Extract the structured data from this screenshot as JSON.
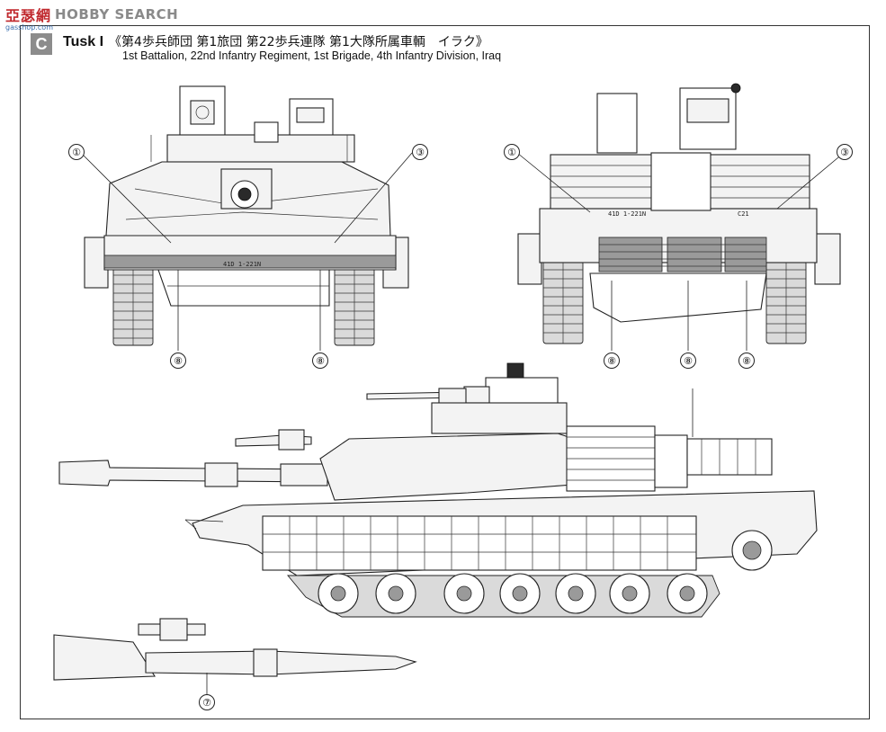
{
  "watermark": {
    "logo": "亞瑟網",
    "text": "HOBBY SEARCH",
    "url": "gasshop.com"
  },
  "header": {
    "section_letter": "C",
    "variant_name": "Tusk I",
    "japanese_caption": "《第4歩兵師団 第1旅団 第22歩兵連隊 第1大隊所属車輌　イラク》",
    "unit_caption": "1st Battalion, 22nd Infantry Regiment, 1st Brigade, 4th Infantry Division, Iraq"
  },
  "callouts": {
    "front_left": "①",
    "front_right": "③",
    "rear_left": "①",
    "rear_right": "③",
    "front_bottom_left": "⑧",
    "front_bottom_right": "⑧",
    "rear_bottom_left": "⑧",
    "rear_bottom_mid": "⑧",
    "rear_bottom_right": "⑧",
    "barrel_marking": "⑦"
  },
  "stencils": {
    "front_bumper": "41D 1-221N",
    "rear_plate": "41D 1-221N",
    "rear_right": "C21"
  },
  "colors": {
    "line": "#222222",
    "panel": "#f3f3f3",
    "badge": "#8c8c8c",
    "watermark_red": "#c0282d"
  }
}
